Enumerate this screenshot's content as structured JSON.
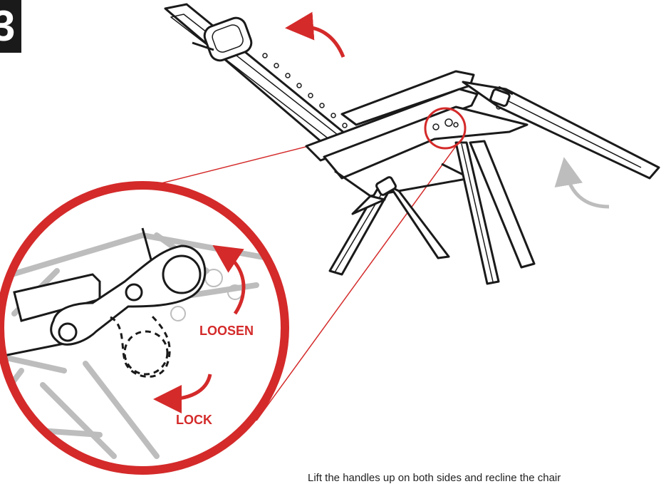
{
  "step": {
    "number": "3"
  },
  "labels": {
    "loosen": "LOOSEN",
    "lock": "LOCK"
  },
  "instruction": "Lift the handles up on both sides and recline the chair",
  "colors": {
    "accent": "#d42a2a",
    "ink": "#1a1a1a",
    "gray": "#bdbdbd"
  }
}
